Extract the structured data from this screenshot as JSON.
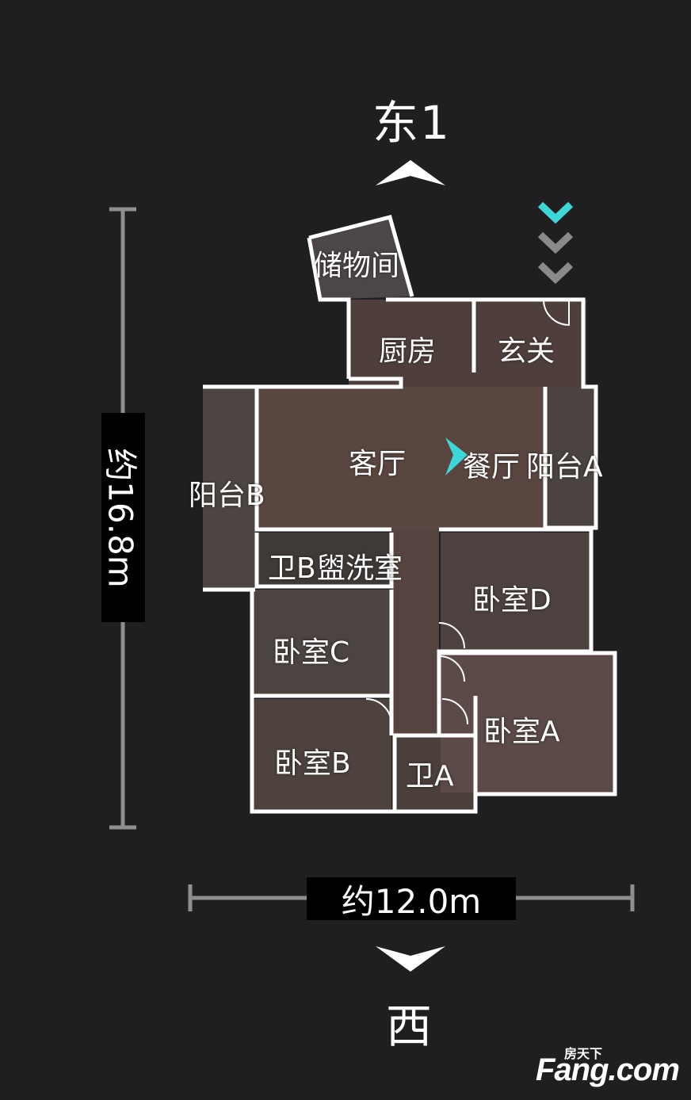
{
  "compass": {
    "top": "东1",
    "bottom": "西"
  },
  "dimensions": {
    "width": "约12.0m",
    "height": "约16.8m"
  },
  "rooms": {
    "storage": "储物间",
    "kitchen": "厨房",
    "entrance": "玄关",
    "living": "客厅",
    "dining": "餐厅",
    "balcony_a": "阳台A",
    "balcony_b": "阳台B",
    "bath_b": "卫B",
    "washroom": "盥洗室",
    "bedroom_c": "卧室C",
    "bedroom_d": "卧室D",
    "bedroom_a": "卧室A",
    "bedroom_b": "卧室B",
    "bath_a": "卫A"
  },
  "logo": {
    "cn": "房天下",
    "en": "Fang.com"
  },
  "colors": {
    "background": "#1f1f21",
    "accent": "#3fd6d8",
    "wall": "#ffffff",
    "floor": "#5a4a45"
  }
}
